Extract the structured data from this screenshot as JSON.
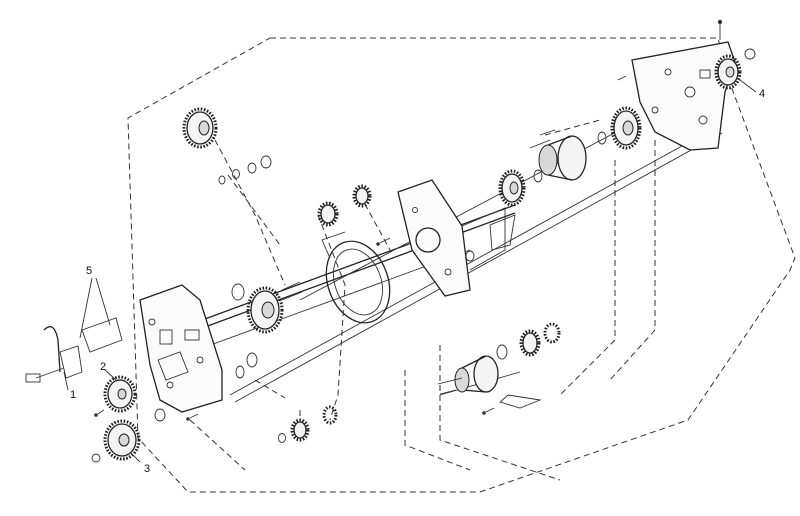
{
  "diagram": {
    "background": "#ffffff",
    "line_color": "#222222",
    "callouts": [
      {
        "id": "1",
        "label": "1"
      },
      {
        "id": "2",
        "label": "2"
      },
      {
        "id": "3",
        "label": "3"
      },
      {
        "id": "4",
        "label": "4"
      },
      {
        "id": "5",
        "label": "5"
      }
    ]
  }
}
